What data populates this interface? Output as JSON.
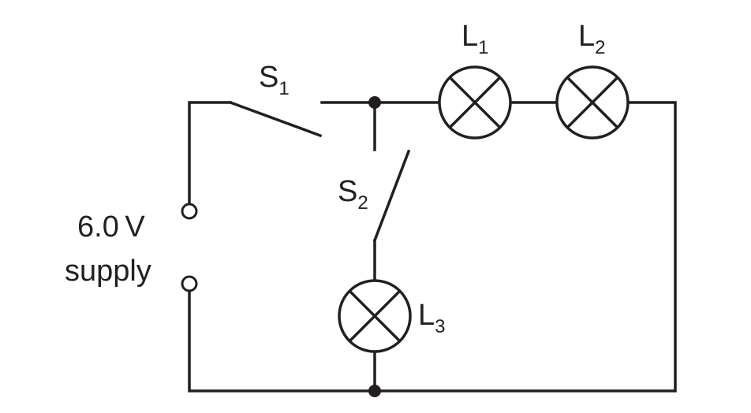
{
  "supply": {
    "line1": "6.0 V",
    "line2": "supply"
  },
  "switches": {
    "s1": {
      "letter": "S",
      "sub": "1"
    },
    "s2": {
      "letter": "S",
      "sub": "2"
    }
  },
  "lamps": {
    "l1": {
      "letter": "L",
      "sub": "1"
    },
    "l2": {
      "letter": "L",
      "sub": "2"
    },
    "l3": {
      "letter": "L",
      "sub": "3"
    }
  }
}
